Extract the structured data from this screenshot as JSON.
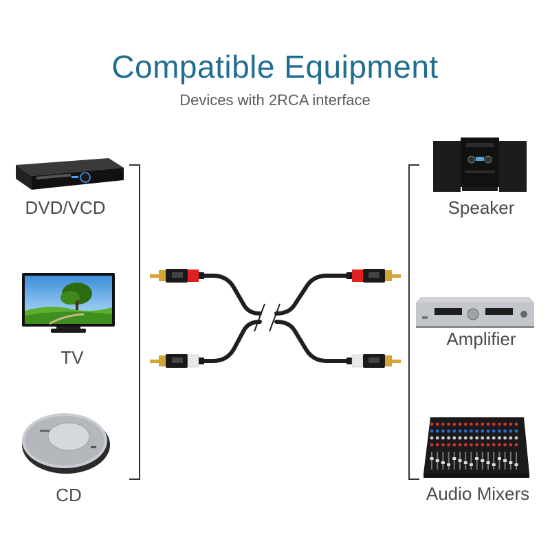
{
  "header": {
    "title": "Compatible Equipment",
    "subtitle": "Devices with 2RCA interface"
  },
  "left_devices": [
    {
      "label": "DVD/VCD",
      "icon": "dvd-player-icon"
    },
    {
      "label": "TV",
      "icon": "tv-icon"
    },
    {
      "label": "CD",
      "icon": "cd-player-icon"
    }
  ],
  "right_devices": [
    {
      "label": "Speaker",
      "icon": "speaker-system-icon"
    },
    {
      "label": "Amplifier",
      "icon": "amplifier-icon"
    },
    {
      "label": "Audio Mixers",
      "icon": "audio-mixer-icon"
    }
  ],
  "colors": {
    "title": "#1f6d8f",
    "cable": "#222222",
    "red_collar": "#e02020",
    "white_collar": "#e8e8e8",
    "gold": "#d4a437"
  }
}
